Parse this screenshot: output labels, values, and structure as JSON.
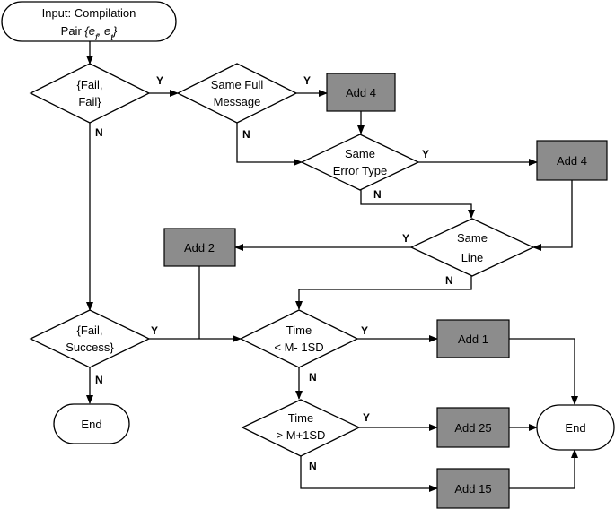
{
  "start": {
    "line1": "Input: Compilation",
    "line2_prefix": "Pair ",
    "pair_text": "{e_f, e_t}"
  },
  "decisions": {
    "fail_fail": {
      "line1": "{Fail,",
      "line2": "Fail}"
    },
    "same_full_message": {
      "line1": "Same Full",
      "line2": "Message"
    },
    "same_error_type": {
      "line1": "Same",
      "line2": "Error Type"
    },
    "same_line": {
      "line1": "Same",
      "line2": "Line"
    },
    "fail_success": {
      "line1": "{Fail,",
      "line2": "Success}"
    },
    "time_low": {
      "line1": "Time",
      "line2": "< M- 1SD"
    },
    "time_high": {
      "line1": "Time",
      "line2": "> M+1SD"
    }
  },
  "processes": {
    "add4_a": "Add 4",
    "add4_b": "Add 4",
    "add2": "Add 2",
    "add1": "Add 1",
    "add25": "Add 25",
    "add15": "Add 15"
  },
  "terminals": {
    "end_left": "End",
    "end_right": "End"
  },
  "branch_labels": {
    "yes": "Y",
    "no": "N"
  },
  "colors": {
    "process_fill": "#8c8c8c",
    "stroke": "#000000",
    "background": "#ffffff"
  }
}
